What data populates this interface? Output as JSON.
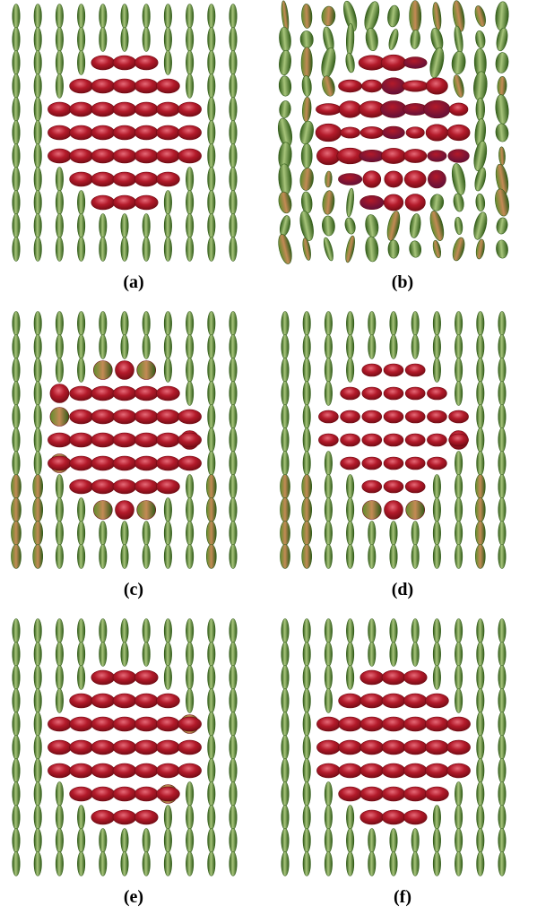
{
  "figure": {
    "panels": [
      {
        "id": "a",
        "label": "(a)",
        "variant": "regular"
      },
      {
        "id": "b",
        "label": "(b)",
        "variant": "noisy"
      },
      {
        "id": "c",
        "label": "(c)",
        "variant": "boundary"
      },
      {
        "id": "d",
        "label": "(d)",
        "variant": "small"
      },
      {
        "id": "e",
        "label": "(e)",
        "variant": "regular-boundary"
      },
      {
        "id": "f",
        "label": "(f)",
        "variant": "regular"
      }
    ],
    "colors": {
      "green_dark": "#2f5a17",
      "green_mid": "#5f8c2c",
      "green_light": "#a7c47a",
      "tan": "#c48a55",
      "red_dark": "#6d0a12",
      "red_mid": "#b31a2a",
      "red_light": "#e66a78",
      "purple": "#5a0f3a"
    }
  }
}
